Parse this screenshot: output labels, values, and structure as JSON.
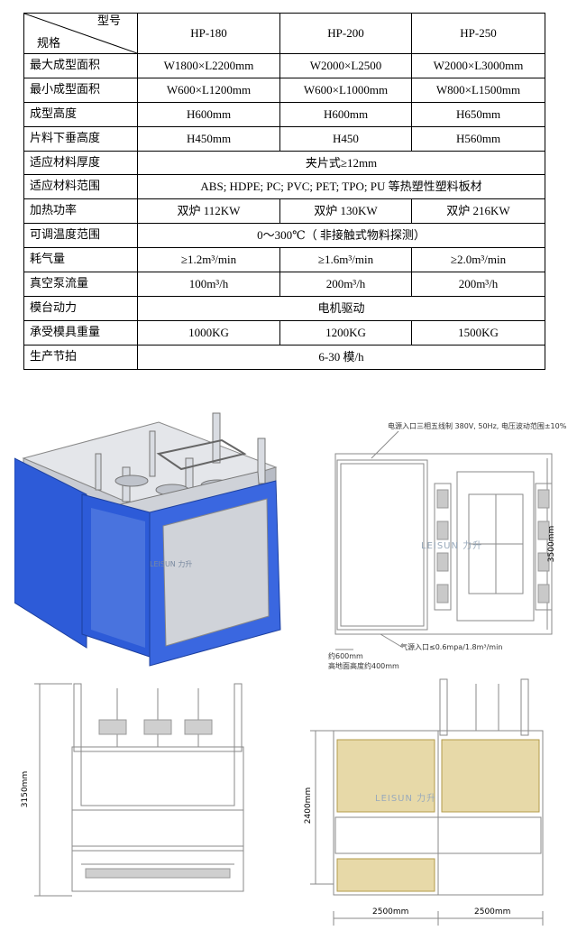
{
  "spec_table": {
    "header": {
      "model_label": "型号",
      "spec_label": "规格",
      "models": [
        "HP-180",
        "HP-200",
        "HP-250"
      ]
    },
    "rows": [
      {
        "label": "最大成型面积",
        "cells": [
          "W1800×L2200mm",
          "W2000×L2500",
          "W2000×L3000mm"
        ]
      },
      {
        "label": "最小成型面积",
        "cells": [
          "W600×L1200mm",
          "W600×L1000mm",
          "W800×L1500mm"
        ]
      },
      {
        "label": "成型高度",
        "cells": [
          "H600mm",
          "H600mm",
          "H650mm"
        ]
      },
      {
        "label": "片料下垂高度",
        "cells": [
          "H450mm",
          "H450",
          "H560mm"
        ]
      },
      {
        "label": "适应材料厚度",
        "span": "夹片式≥12mm"
      },
      {
        "label": "适应材料范围",
        "span": "ABS; HDPE; PC; PVC; PET; TPO; PU 等热塑性塑料板材"
      },
      {
        "label": "加热功率",
        "cells": [
          "双炉 112KW",
          "双炉 130KW",
          "双炉 216KW"
        ]
      },
      {
        "label": "可调温度范围",
        "span": "0～300℃（ 非接触式物料探测）"
      },
      {
        "label": "耗气量",
        "cells": [
          "≥1.2m³/min",
          "≥1.6m³/min",
          "≥2.0m³/min"
        ]
      },
      {
        "label": "真空泵流量",
        "cells": [
          "100m³/h",
          "200m³/h",
          "200m³/h"
        ]
      },
      {
        "label": "模台动力",
        "span": "电机驱动"
      },
      {
        "label": "承受模具重量",
        "cells": [
          "1000KG",
          "1200KG",
          "1500KG"
        ]
      },
      {
        "label": "生产节拍",
        "span": "6-30 模/h"
      }
    ]
  },
  "drawings": {
    "top_view": {
      "power_note": "电源入口三相五线制 380V, 50Hz, 电压波动范围±10%",
      "air_note": "气源入口≤0.6mpa/1.8m³/min",
      "depth_note": "约600mm",
      "height_note": "高地面高度约400mm",
      "length_dim": "3500mm",
      "watermark": "LEISUN 力升"
    },
    "front_view": {
      "height_dim": "3150mm"
    },
    "side_view": {
      "height_dim": "2400mm",
      "width_dims": [
        "2500mm",
        "2500mm"
      ],
      "watermark": "LEISUN 力升"
    }
  },
  "colors": {
    "machine_blue": "#2d5bd8",
    "frame_gray": "#c9ccd3",
    "rail_orange": "#c0621e",
    "drawing_line": "#8a8a8a"
  }
}
